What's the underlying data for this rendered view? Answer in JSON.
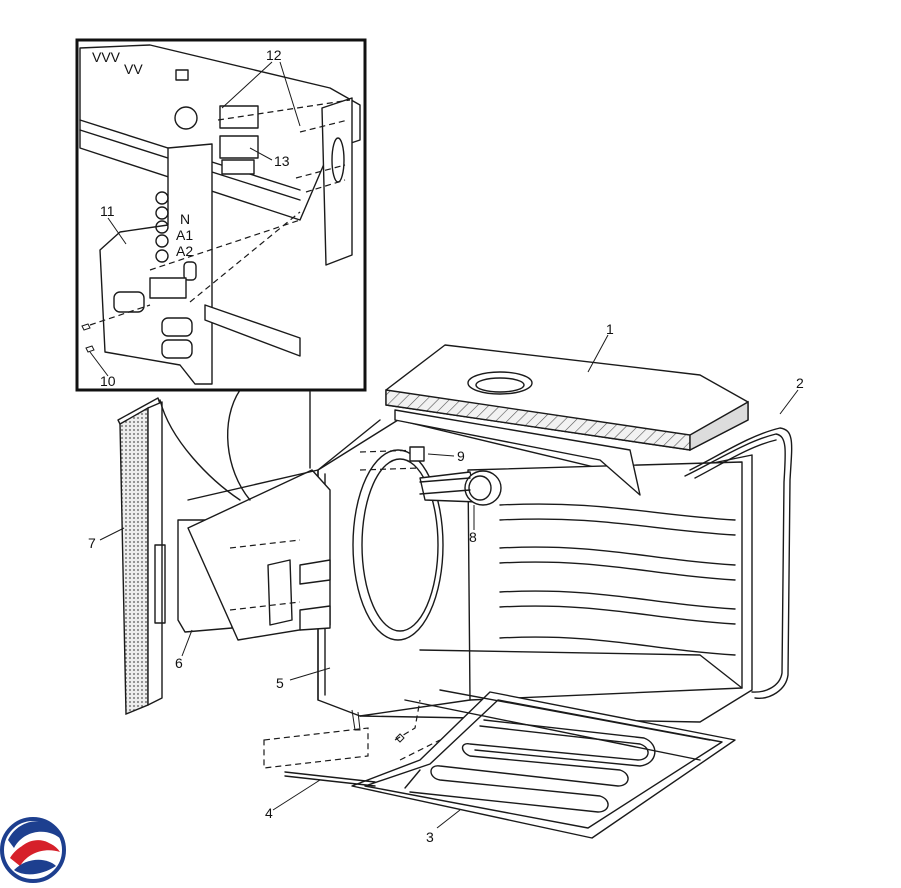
{
  "diagram": {
    "part_labels": [
      "1",
      "2",
      "3",
      "4",
      "5",
      "6",
      "7",
      "8",
      "9",
      "10",
      "11",
      "12",
      "13"
    ],
    "inset_panel_letters": [
      "N",
      "A1",
      "A2"
    ],
    "inset_logo_text": [
      "VVV",
      "VV"
    ]
  },
  "logo": {
    "icon": "swirl-logo-icon",
    "colors": [
      "#1d3f8f",
      "#d6202a"
    ]
  }
}
